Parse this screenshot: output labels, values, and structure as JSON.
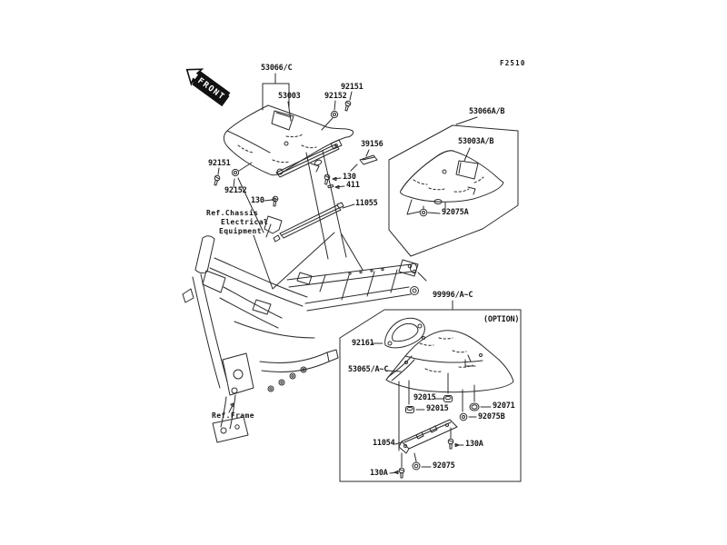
{
  "diagram": {
    "figure_code": "F2510",
    "front_badge": "FRONT",
    "option_tag": "(OPTION)",
    "background": "#ffffff",
    "ink_color": "#2b2b2b",
    "ref_labels": {
      "chassis_line1": "Ref.Chassis",
      "chassis_line2": "Electrical",
      "chassis_line3": "Equipment",
      "frame": "Ref.Frame"
    }
  },
  "icons": {
    "front-arrow-icon": "black banner arrow pointing front-left",
    "screw-icon": "pan-head bolt side view",
    "nut-icon": "flanged nut top view",
    "damper-icon": "rubber seat damper",
    "pin-icon": "small rivet pin",
    "bracket-icon": "flat mounting bracket plate"
  },
  "callouts": {
    "c53066c": {
      "text": "53066/C"
    },
    "c53003": {
      "text": "53003"
    },
    "c92151_top": {
      "text": "92151"
    },
    "c92152_top": {
      "text": "92152"
    },
    "c39156": {
      "text": "39156"
    },
    "c92151_left": {
      "text": "92151"
    },
    "c92152_left": {
      "text": "92152"
    },
    "c130_left": {
      "text": "130"
    },
    "c130_mid": {
      "text": "130"
    },
    "c411": {
      "text": "411"
    },
    "c11055": {
      "text": "11055"
    },
    "c53066ab": {
      "text": "53066A/B"
    },
    "c53003ab": {
      "text": "53003A/B"
    },
    "c92075a": {
      "text": "92075A"
    },
    "c99996": {
      "text": "99996/A~C"
    },
    "c92161": {
      "text": "92161"
    },
    "c53065": {
      "text": "53065/A~C"
    },
    "c92015_a": {
      "text": "92015"
    },
    "c92015_b": {
      "text": "92015"
    },
    "c92071": {
      "text": "92071"
    },
    "c92075b": {
      "text": "92075B"
    },
    "c11054": {
      "text": "11054"
    },
    "c130a_right": {
      "text": "130A"
    },
    "c92075": {
      "text": "92075"
    },
    "c130a_left": {
      "text": "130A"
    }
  }
}
